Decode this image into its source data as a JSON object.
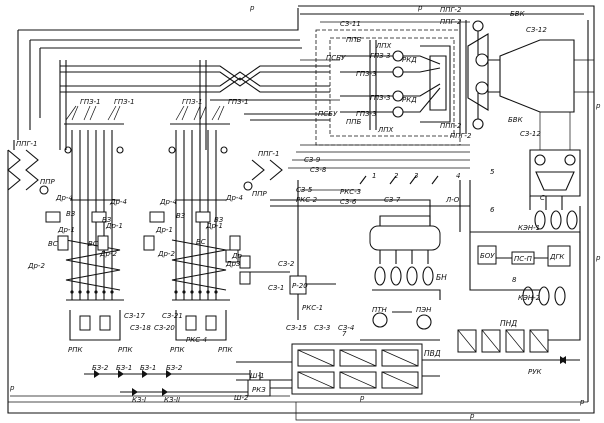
{
  "labels": {
    "ppg2_a": "ППГ-2",
    "ppg2_b": "ППГ-2",
    "ppg2_c": "ППГ-2",
    "ppg2_d": "ППГ-2",
    "bbk_top": "БВК",
    "bbk_bot": "БВК",
    "sz12_top": "СЗ-12",
    "sz12_bot": "СЗ-12",
    "sz11": "СЗ-11",
    "psbu_top": "ПСБУ",
    "psbu_bot": "ПСБУ",
    "ppb_top": "ППБ",
    "ppb_bot": "ППБ",
    "lpkh_top": "ЛПХ",
    "lpkh_bot": "ЛПХ",
    "gpz3_a": "ГПЗ-3",
    "gpz3_b": "ГПЗ-3",
    "gpz3_c": "ГПЗ-3",
    "gpz3_d": "ГПЗ-3",
    "rkd_a": "РКД",
    "rkd_b": "РКД",
    "gpz1_a": "ГПЗ-1",
    "gpz1_b": "ГПЗ-1",
    "gpz1_c": "ГПЗ-1",
    "gpz1_d": "ГПЗ-1",
    "ppg1_l": "ППГ-1",
    "ppg1_r": "ППГ-1",
    "ppr_l": "ППР",
    "ppr_r": "ППР",
    "dr4_a": "Др-4",
    "dr4_b": "Др-4",
    "dr4_c": "Др-4",
    "dr4_d": "Др-4",
    "dr1_a": "Др-1",
    "dr1_b": "Др-1",
    "dr1_c": "Др-1",
    "dr1_d": "Др-1",
    "dr2_a": "Др-2",
    "dr2_b": "Др-2",
    "dr2_c": "Др-2",
    "dr3": "Др3",
    "dr_gen": "Др",
    "v3_a": "ВЗ",
    "v3_b": "ВЗ",
    "v3_c": "ВЗ",
    "v3_d": "ВЗ",
    "bs_a": "ВС",
    "bs_b": "ВС",
    "bs_c": "ВС",
    "sz9": "СЗ-9",
    "sz8": "СЗ-8",
    "sz5": "СЗ-5",
    "sz6": "СЗ-6",
    "rks2": "РКС-2",
    "rks3": "РКС-3",
    "sz7": "СЗ-7",
    "lo": "Л-О",
    "n1": "1",
    "n2": "2",
    "n3": "3",
    "n4": "4",
    "n5": "5",
    "n6": "6",
    "n7": "7",
    "n8": "8",
    "sz2": "СЗ-2",
    "r20": "Р-20",
    "sz1": "СЗ-1",
    "rks1": "РКС-1",
    "sz17": "СЗ-17",
    "sz18": "СЗ-18",
    "sz21": "СЗ-21",
    "sz20": "СЗ-20",
    "rks4": "РКС-4",
    "sz15": "СЗ-15",
    "sz3": "СЗ-3",
    "sz4": "СЗ-4",
    "rpk_a": "РПК",
    "rpk_b": "РПК",
    "rpk_c": "РПК",
    "rpk_d": "РПК",
    "bz2_a": "БЗ-2",
    "bz1_a": "БЗ-1",
    "bz1_b": "БЗ-1",
    "bz2_b": "БЗ-2",
    "kz1": "КЗ-I",
    "kz2": "КЗ-II",
    "sh1": "Ш-1",
    "sh2": "Ш-2",
    "rkz": "РКЗ",
    "bn": "БН",
    "ptn": "ПТН",
    "pen": "ПЭН",
    "pvd": "ПВД",
    "pnd": "ПНД",
    "ruk": "РУК",
    "bou": "БОУ",
    "pcn": "ПС-П",
    "dgk": "ДГК",
    "ken1": "КЭН-1",
    "ken2": "КЭН-2",
    "p": "р",
    "s": "С"
  }
}
